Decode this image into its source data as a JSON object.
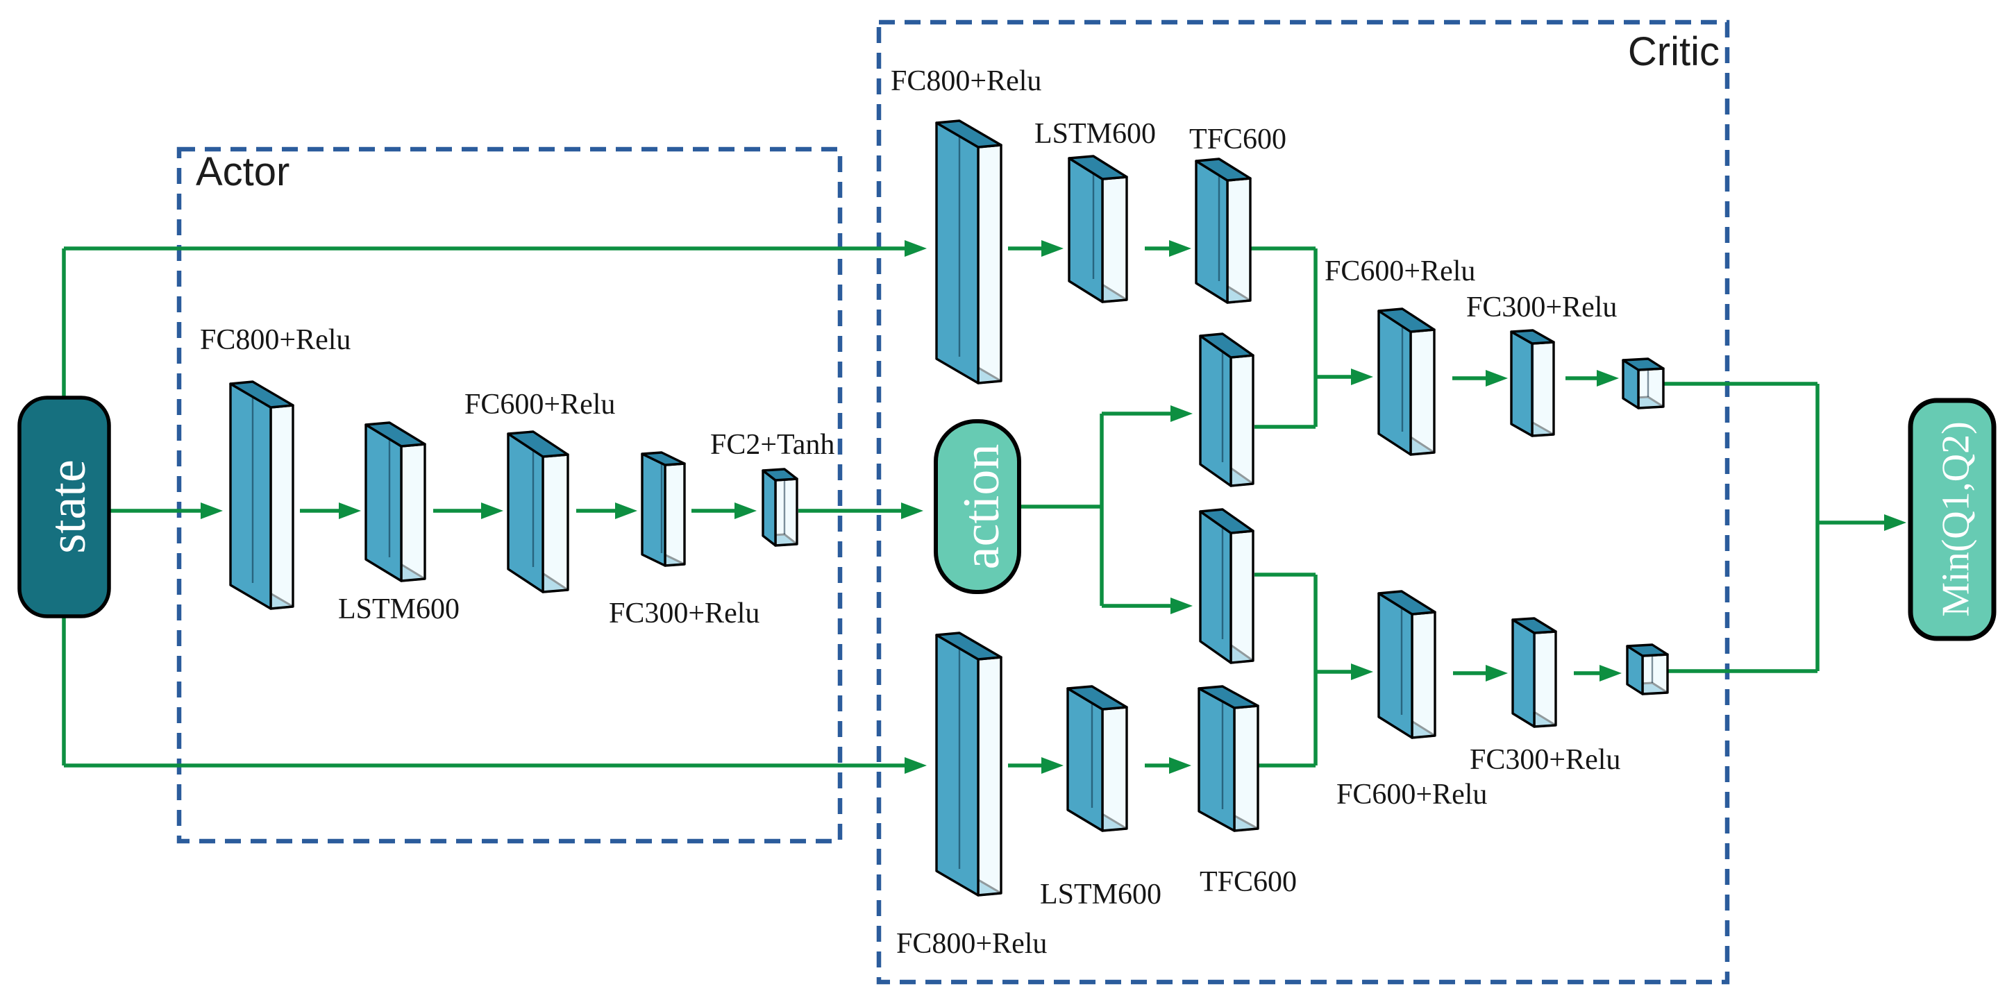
{
  "regions": {
    "actor": {
      "label": "Actor"
    },
    "critic": {
      "label": "Critic"
    }
  },
  "io_nodes": {
    "state": {
      "label": "state"
    },
    "action": {
      "label": "action"
    },
    "output": {
      "label": "Min(Q1,Q2)"
    }
  },
  "actor_layers": [
    {
      "id": "actor-fc800",
      "label": "FC800+Relu"
    },
    {
      "id": "actor-lstm600",
      "label": "LSTM600"
    },
    {
      "id": "actor-fc600",
      "label": "FC600+Relu"
    },
    {
      "id": "actor-fc300",
      "label": "FC300+Relu"
    },
    {
      "id": "actor-fc2",
      "label": "FC2+Tanh"
    }
  ],
  "critic_q1_layers": [
    {
      "id": "q1-fc800",
      "label": "FC800+Relu"
    },
    {
      "id": "q1-lstm600",
      "label": "LSTM600"
    },
    {
      "id": "q1-tfc600",
      "label": "TFC600"
    },
    {
      "id": "q1-fc600",
      "label": "FC600+Relu"
    },
    {
      "id": "q1-fc300",
      "label": "FC300+Relu"
    }
  ],
  "critic_q2_layers": [
    {
      "id": "q2-fc800",
      "label": "FC800+Relu"
    },
    {
      "id": "q2-lstm600",
      "label": "LSTM600"
    },
    {
      "id": "q2-tfc600",
      "label": "TFC600"
    },
    {
      "id": "q2-fc600",
      "label": "FC600+Relu"
    },
    {
      "id": "q2-fc300",
      "label": "FC300+Relu"
    }
  ],
  "colors": {
    "arrow_green": "#0d8f41",
    "dashed_border": "#2b5c9c",
    "state_fill": "#16707f",
    "action_fill": "#67cbb3",
    "output_fill": "#67cbb3",
    "node_text": "#ffffff",
    "label_text": "#151515",
    "cuboid_side": "#4ba6c6",
    "cuboid_top": "#2c84a6",
    "cuboid_front": "#eaf8fd",
    "cuboid_bottom": "#5fb0cc",
    "cuboid_outline": "#000000"
  }
}
